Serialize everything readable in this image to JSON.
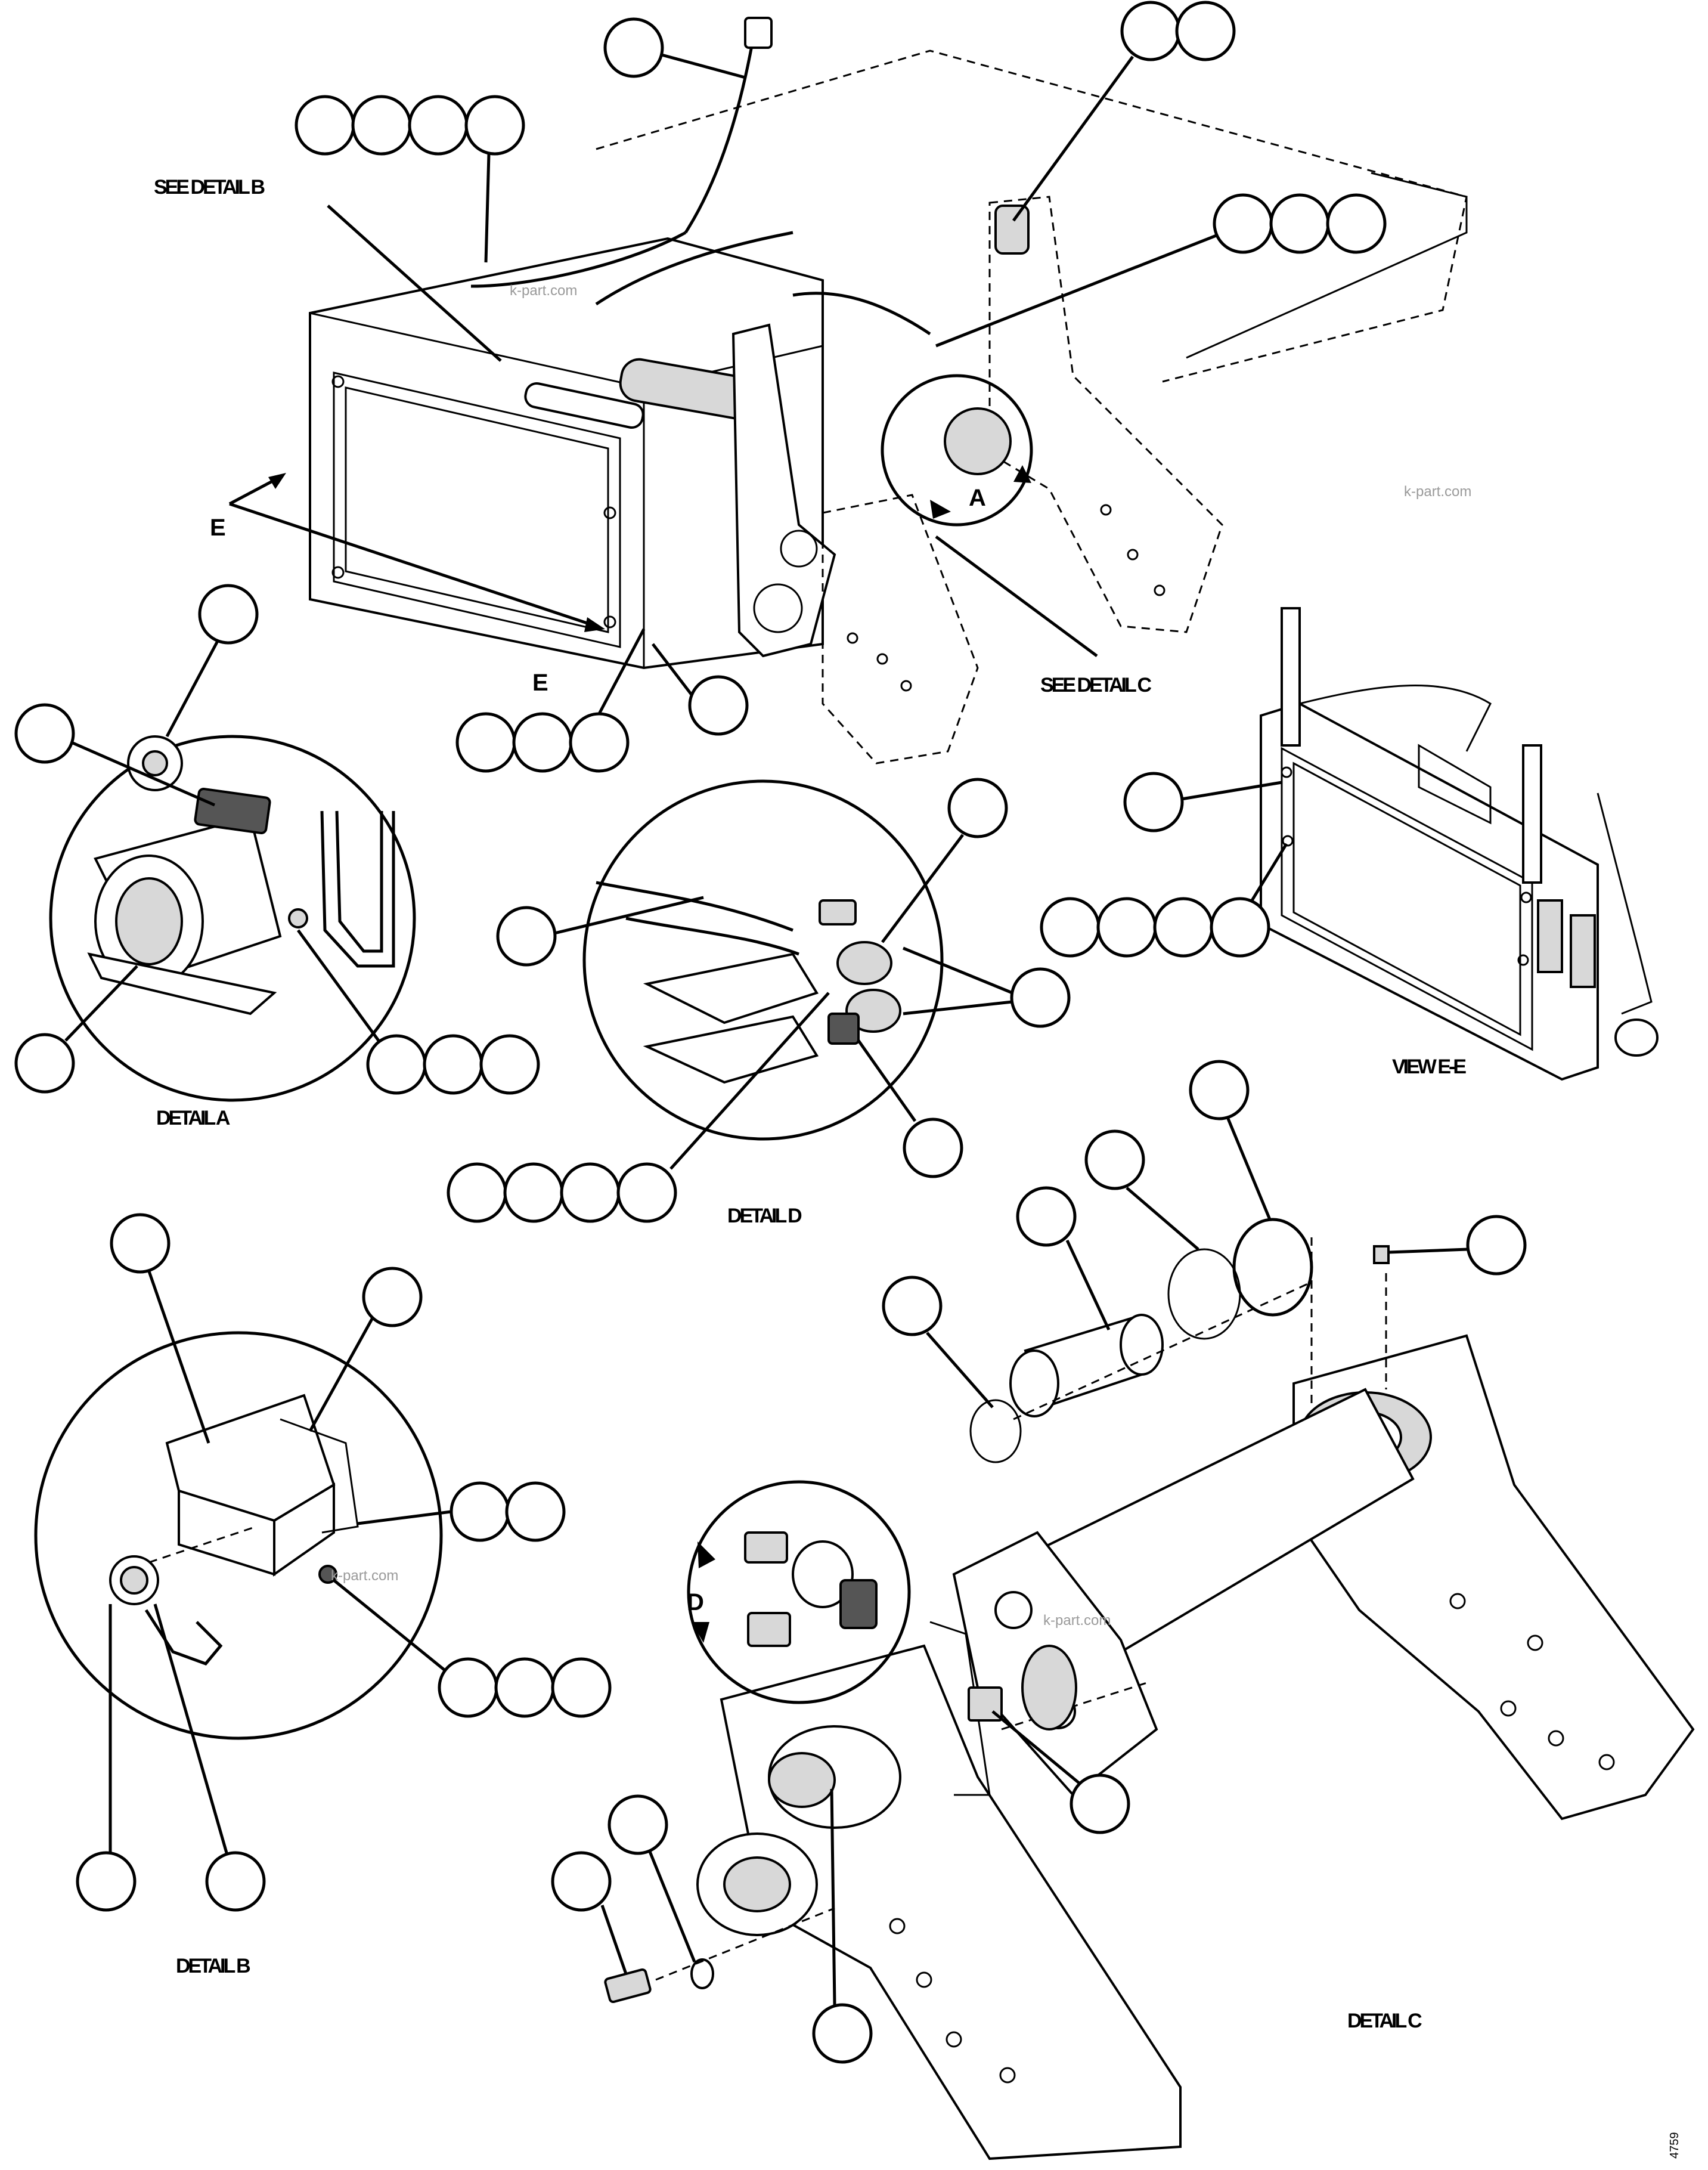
{
  "labels": {
    "see_detail_b": "SEE DETAIL B",
    "see_detail_c": "SEE DETAIL C",
    "detail_a": "DETAIL A",
    "detail_b": "DETAIL B",
    "detail_c": "DETAIL C",
    "detail_d": "DETAIL D",
    "view_ee": "VIEW E-E"
  },
  "section_arrows": {
    "e_upper": "E",
    "e_lower": "E",
    "a": "A",
    "d": "D"
  },
  "watermark": "k-part.com",
  "drawing_number": "4759"
}
